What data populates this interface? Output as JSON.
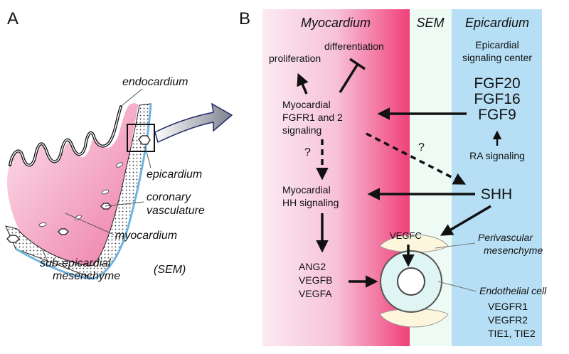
{
  "panel_a": {
    "letter": "A",
    "labels": {
      "endocardium": "endocardium",
      "epicardium": "epicardium",
      "coronary_1": "coronary",
      "coronary_2": "vasculature",
      "myocardium": "myocardium",
      "sem_1": "sub-epicardial",
      "sem_2": "mesenchyme",
      "sem_abbrev": "(SEM)"
    }
  },
  "panel_b": {
    "letter": "B",
    "headers": {
      "myocardium": "Myocardium",
      "sem": "SEM",
      "epicardium": "Epicardium"
    },
    "nodes": {
      "proliferation": "proliferation",
      "differentiation": "differentiation",
      "fgfr_1": "Myocardial",
      "fgfr_2": "FGFR1 and 2",
      "fgfr_3": "signaling",
      "epi_center_1": "Epicardial",
      "epi_center_2": "signaling center",
      "fgf20": "FGF20",
      "fgf16": "FGF16",
      "fgf9": "FGF9",
      "ra": "RA signaling",
      "q1": "?",
      "q2": "?",
      "hh_1": "Myocardial",
      "hh_2": "HH signaling",
      "shh": "SHH",
      "vegfc": "VEGFC",
      "ang2": "ANG2",
      "vegfb": "VEGFB",
      "vegfa": "VEGFA",
      "peri_1": "Perivascular",
      "peri_2": "mesenchyme",
      "endo_cell": "Endothelial cell",
      "vegfr1": "VEGFR1",
      "vegfr2": "VEGFR2",
      "tie": "TIE1, TIE2"
    }
  },
  "colors": {
    "myocardium_light": "#f9e3ef",
    "myocardium_dark": "#f0467a",
    "sem": "#eefaf4",
    "epicardium": "#b4ddf5",
    "heart_pink": "#ee7fa8"
  }
}
